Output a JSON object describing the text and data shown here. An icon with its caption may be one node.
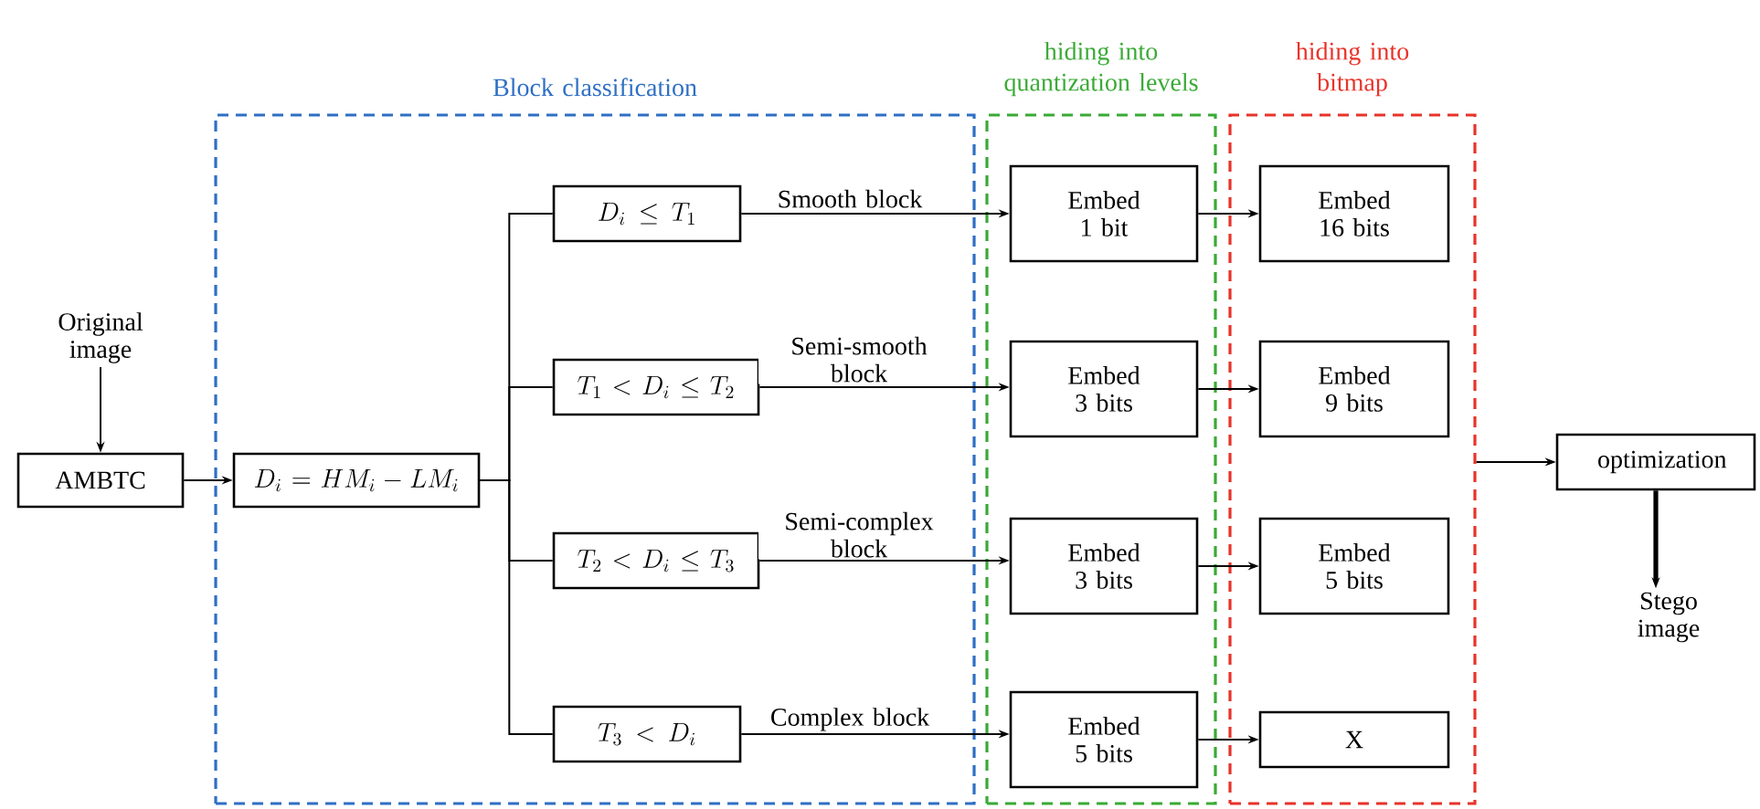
{
  "diagram": {
    "nodes": [
      {
        "text": [
          "Original image"
        ]
      },
      {
        "text": [
          "AMBTC"
        ]
      },
      {
        "text": [
          "Block classification"
        ]
      },
      {
        "text": [
          "D_i = HM_i - LM_i"
        ],
        "in": 2
      },
      {
        "text": [
          "D_i \\leq T_1"
        ],
        "in": 2
      },
      {
        "text": [
          "T_1 < D_i \\leq T_2"
        ],
        "in": 2
      },
      {
        "text": [
          "T_2 < D_i \\leq T_3"
        ],
        "in": 2
      },
      {
        "text": [
          "T_3 < D_i"
        ],
        "in": 2
      },
      {
        "text": [
          "hiding into quantization levels"
        ]
      },
      {
        "text": [
          "Embed 1 bit"
        ],
        "in": 8
      },
      {
        "text": [
          "Embed 3 bits"
        ],
        "in": 8
      },
      {
        "text": [
          "Embed 3 bits"
        ],
        "in": 8
      },
      {
        "text": [
          "Embed 5 bits"
        ],
        "in": 8
      },
      {
        "text": [
          "hiding into bitmap"
        ]
      },
      {
        "text": [
          "Embed 16 bits"
        ],
        "in": 13
      },
      {
        "text": [
          "Embed 9 bits"
        ],
        "in": 13
      },
      {
        "text": [
          "Embed 5 bits"
        ],
        "in": 13
      },
      {
        "text": [
          "X"
        ],
        "in": 13
      },
      {
        "text": [
          "optimization"
        ]
      },
      {
        "text": [
          "Stego image"
        ]
      }
    ],
    "edges": [
      {
        "from": 0,
        "to": 1,
        "arrow": "to"
      },
      {
        "from": 1,
        "to": 3,
        "arrow": "to"
      },
      {
        "from": 3,
        "to": 4,
        "arrow": "none"
      },
      {
        "from": 3,
        "to": 5,
        "arrow": "none"
      },
      {
        "from": 3,
        "to": 6,
        "arrow": "none"
      },
      {
        "from": 3,
        "to": 7,
        "arrow": "none"
      },
      {
        "from": 4,
        "to": 9,
        "arrow": "to",
        "label": "Smooth block"
      },
      {
        "from": 5,
        "to": 10,
        "arrow": "to",
        "label": "Semi-smooth block"
      },
      {
        "from": 6,
        "to": 11,
        "arrow": "to",
        "label": "Semi-complex block"
      },
      {
        "from": 7,
        "to": 12,
        "arrow": "to",
        "label": "Complex block"
      },
      {
        "from": 9,
        "to": 14,
        "arrow": "to"
      },
      {
        "from": 10,
        "to": 15,
        "arrow": "to"
      },
      {
        "from": 11,
        "to": 16,
        "arrow": "to"
      },
      {
        "from": 12,
        "to": 17,
        "arrow": "to"
      },
      {
        "from": 13,
        "to": 18,
        "arrow": "to"
      },
      {
        "from": 18,
        "to": 19,
        "arrow": "to",
        "style": "thick"
      }
    ]
  }
}
